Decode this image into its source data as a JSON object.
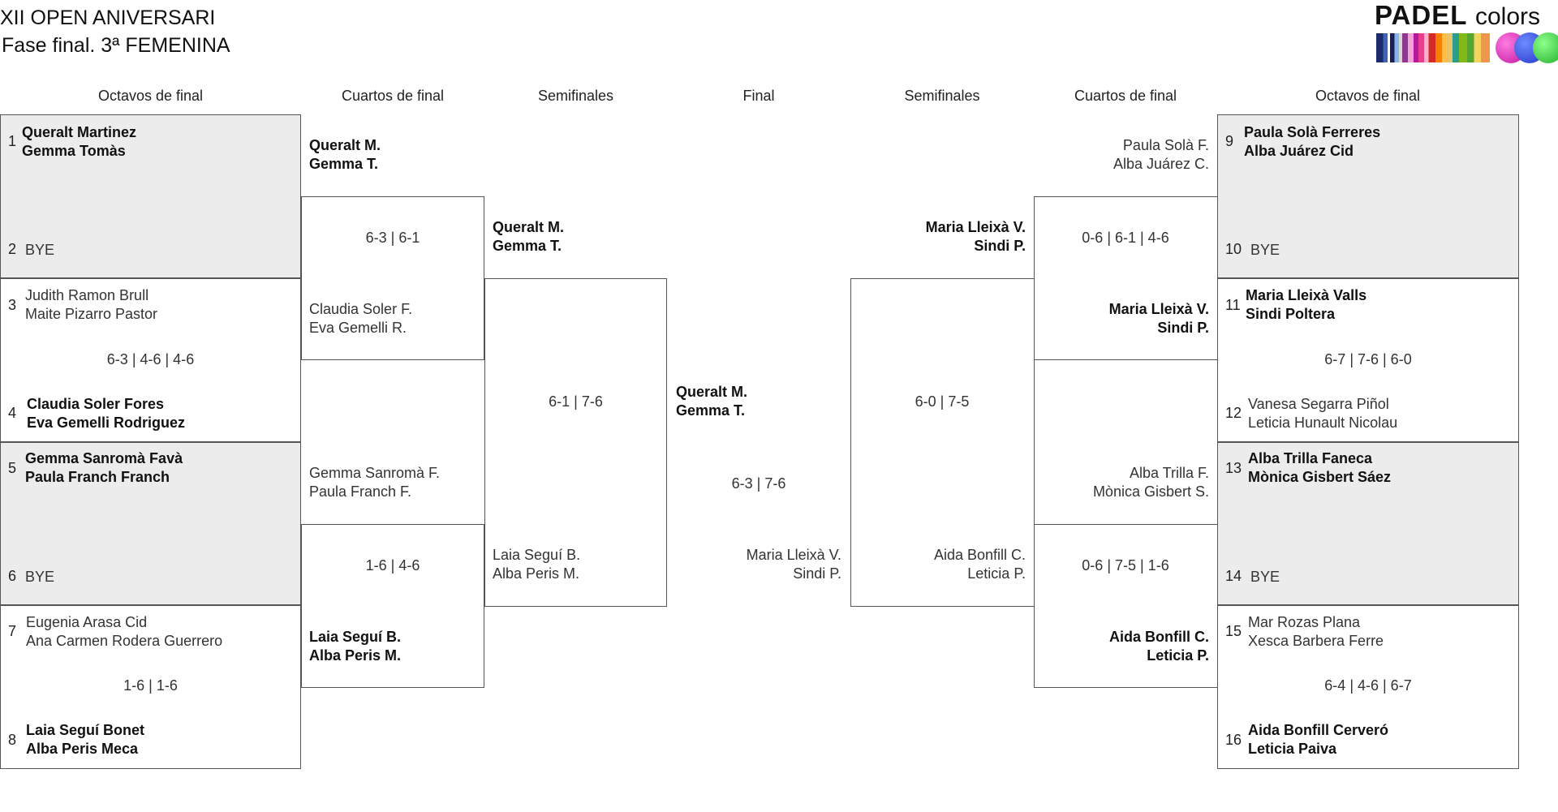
{
  "header": {
    "title": "XII OPEN ANIVERSARI",
    "subtitle": "Fase final. 3ª FEMENINA"
  },
  "logo": {
    "word1": "PADEL",
    "word2": "colors"
  },
  "rounds": {
    "left_r16": "Octavos de final",
    "left_qf": "Cuartos de final",
    "left_sf": "Semifinales",
    "final": "Final",
    "right_sf": "Semifinales",
    "right_qf": "Cuartos de final",
    "right_r16": "Octavos de final"
  },
  "left_r16": [
    {
      "seed_a": "1",
      "a1": "Queralt Martinez",
      "a2": "Gemma Tomàs",
      "seed_b": "2",
      "b1": "BYE",
      "b2": "",
      "score": "",
      "winner": "a"
    },
    {
      "seed_a": "3",
      "a1": "Judith Ramon Brull",
      "a2": "Maite Pizarro Pastor",
      "seed_b": "4",
      "b1": "Claudia Soler Fores",
      "b2": "Eva Gemelli Rodriguez",
      "score": "6-3 | 4-6 | 4-6",
      "winner": "b"
    },
    {
      "seed_a": "5",
      "a1": "Gemma Sanromà Favà",
      "a2": "Paula Franch Franch",
      "seed_b": "6",
      "b1": "BYE",
      "b2": "",
      "score": "",
      "winner": "a"
    },
    {
      "seed_a": "7",
      "a1": "Eugenia Arasa Cid",
      "a2": "Ana Carmen Rodera Guerrero",
      "seed_b": "8",
      "b1": "Laia Seguí Bonet",
      "b2": "Alba Peris Meca",
      "score": "1-6 | 1-6",
      "winner": "b"
    }
  ],
  "right_r16": [
    {
      "seed_a": "9",
      "a1": "Paula Solà Ferreres",
      "a2": "Alba Juárez Cid",
      "seed_b": "10",
      "b1": "BYE",
      "b2": "",
      "score": "",
      "winner": "a"
    },
    {
      "seed_a": "11",
      "a1": "Maria Lleixà Valls",
      "a2": "Sindi Poltera",
      "seed_b": "12",
      "b1": "Vanesa Segarra Piñol",
      "b2": "Leticia Hunault Nicolau",
      "score": "6-7 | 7-6 | 6-0",
      "winner": "a"
    },
    {
      "seed_a": "13",
      "a1": "Alba Trilla Faneca",
      "a2": "Mònica Gisbert Sáez",
      "seed_b": "14",
      "b1": "BYE",
      "b2": "",
      "score": "",
      "winner": "a"
    },
    {
      "seed_a": "15",
      "a1": "Mar Rozas Plana",
      "a2": "Xesca Barbera Ferre",
      "seed_b": "16",
      "b1": "Aida Bonfill Cerveró",
      "b2": "Leticia Paiva",
      "score": "6-4 | 4-6 | 6-7",
      "winner": "b"
    }
  ],
  "left_qf": [
    {
      "a1": "Queralt M.",
      "a2": "Gemma T.",
      "b1": "Claudia Soler F.",
      "b2": "Eva Gemelli R.",
      "score": "6-3 | 6-1",
      "winner": "a"
    },
    {
      "a1": "Gemma Sanromà F.",
      "a2": "Paula Franch F.",
      "b1": "Laia Seguí B.",
      "b2": "Alba Peris M.",
      "score": "1-6 | 4-6",
      "winner": "b"
    }
  ],
  "right_qf": [
    {
      "a1": "Paula Solà F.",
      "a2": "Alba Juárez C.",
      "b1": "Maria Lleixà V.",
      "b2": "Sindi P.",
      "score": "0-6 | 6-1 | 4-6",
      "winner": "b"
    },
    {
      "a1": "Alba Trilla F.",
      "a2": "Mònica Gisbert S.",
      "b1": "Aida Bonfill C.",
      "b2": "Leticia P.",
      "score": "0-6 | 7-5 | 1-6",
      "winner": "b"
    }
  ],
  "left_sf": {
    "a1": "Queralt M.",
    "a2": "Gemma T.",
    "b1": "Laia Seguí B.",
    "b2": "Alba Peris M.",
    "score": "6-1 | 7-6",
    "winner": "a"
  },
  "right_sf": {
    "a1": "Maria Lleixà V.",
    "a2": "Sindi P.",
    "b1": "Aida Bonfill C.",
    "b2": "Leticia P.",
    "score": "6-0 | 7-5",
    "winner": "a"
  },
  "final": {
    "a1": "Queralt M.",
    "a2": "Gemma T.",
    "b1": "Maria Lleixà V.",
    "b2": "Sindi P.",
    "score": "6-3 | 7-6",
    "winner": "a"
  }
}
